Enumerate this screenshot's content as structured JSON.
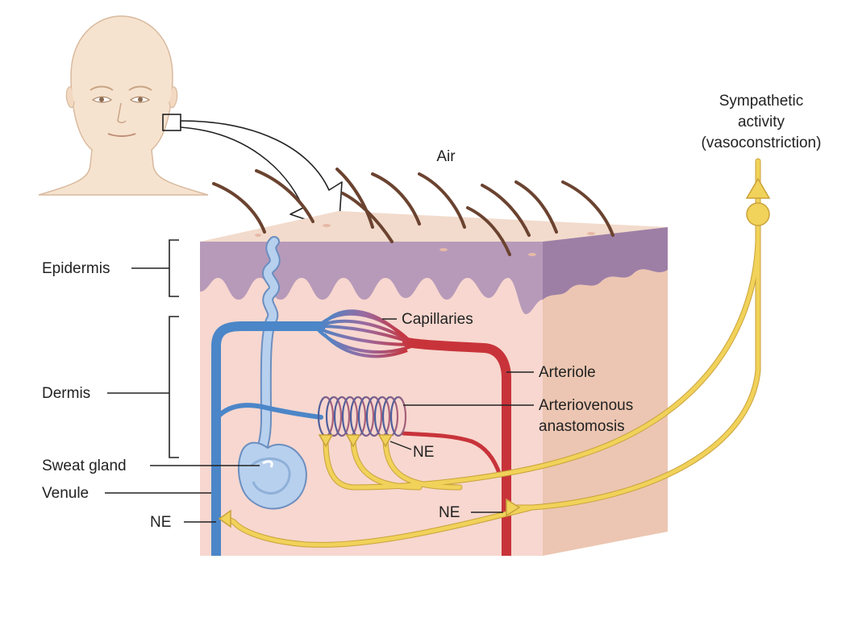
{
  "labels": {
    "air": "Air",
    "sympathetic_line1": "Sympathetic",
    "sympathetic_line2": "activity",
    "sympathetic_line3": "(vasoconstriction)",
    "epidermis": "Epidermis",
    "dermis": "Dermis",
    "capillaries": "Capillaries",
    "arteriole": "Arteriole",
    "av_line1": "Arteriovenous",
    "av_line2": "anastomosis",
    "ne_top": "NE",
    "ne_left": "NE",
    "ne_right": "NE",
    "sweat_gland": "Sweat gland",
    "venule": "Venule"
  },
  "colors": {
    "skin_face": "#f2dbcc",
    "skin_side": "#ecc6b2",
    "epidermis": "#b79ab9",
    "dermis": "#f7d7cf",
    "vein": "#4b86c8",
    "artery": "#c8333a",
    "nerve": "#f1d25a",
    "sweat_gland": "#b7d0ee",
    "hair": "#6b4330",
    "head": "#f6e3cf"
  }
}
